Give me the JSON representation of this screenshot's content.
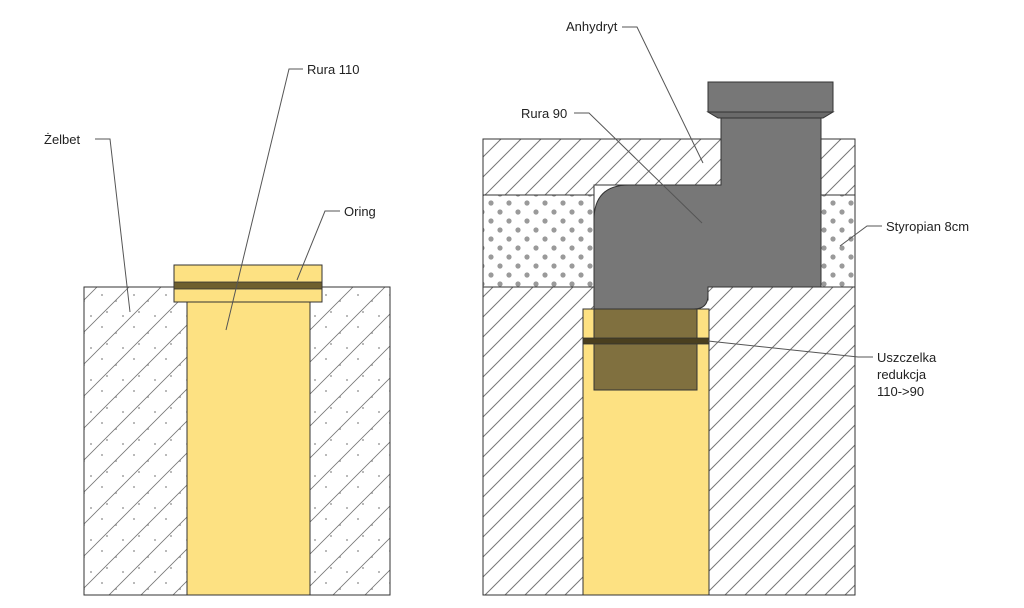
{
  "labels": {
    "zelbet": "Żelbet",
    "rura110": "Rura 110",
    "oring": "Oring",
    "anhydryt": "Anhydryt",
    "rura90": "Rura 90",
    "styropian": "Styropian 8cm",
    "uszczelka": [
      "Uszczelka",
      "redukcja",
      "110->90"
    ]
  },
  "colors": {
    "pipe_110": "#fde182",
    "pipe_90": "#777777",
    "overlap": "#80703f",
    "seal": "#6e5f2e",
    "outline": "#333333",
    "leader": "#555555"
  }
}
